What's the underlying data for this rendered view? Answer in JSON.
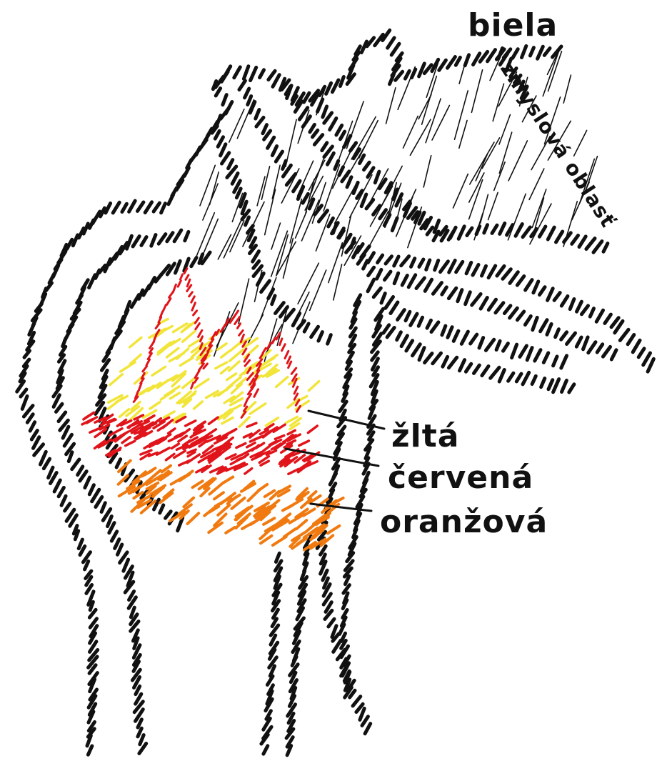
{
  "labels": {
    "top": "biela",
    "diagonal": "zmyslová oblasť",
    "yellow": "žltá",
    "red": "červená",
    "orange": "oranžová"
  },
  "colors": {
    "ink": "#111111",
    "yellow": "#f2e53a",
    "red": "#e0141a",
    "orange": "#f07a10"
  }
}
